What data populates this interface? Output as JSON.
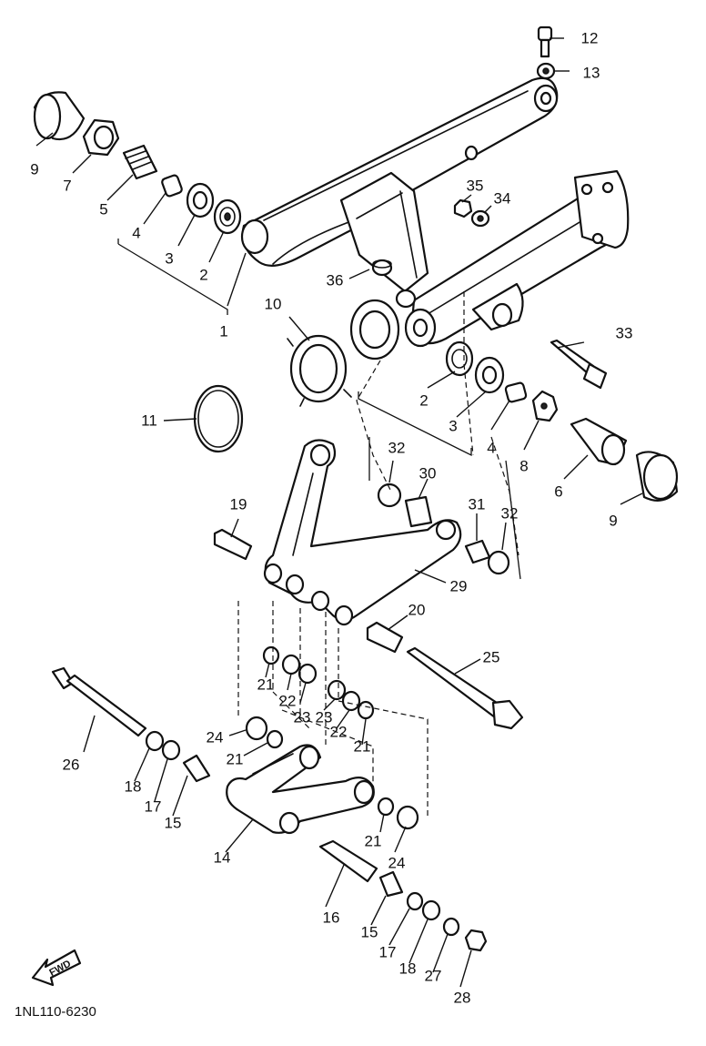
{
  "diagram": {
    "drawing_code": "1NL110-6230",
    "fwd_label": "FWD",
    "callouts": [
      {
        "id": "c12",
        "text": "12"
      },
      {
        "id": "c13",
        "text": "13"
      },
      {
        "id": "c9a",
        "text": "9"
      },
      {
        "id": "c7",
        "text": "7"
      },
      {
        "id": "c5",
        "text": "5"
      },
      {
        "id": "c4a",
        "text": "4"
      },
      {
        "id": "c3a",
        "text": "3"
      },
      {
        "id": "c2a",
        "text": "2"
      },
      {
        "id": "c1",
        "text": "1"
      },
      {
        "id": "c35",
        "text": "35"
      },
      {
        "id": "c34",
        "text": "34"
      },
      {
        "id": "c36",
        "text": "36"
      },
      {
        "id": "c10",
        "text": "10"
      },
      {
        "id": "c33",
        "text": "33"
      },
      {
        "id": "c11",
        "text": "11"
      },
      {
        "id": "c2b",
        "text": "2"
      },
      {
        "id": "c3b",
        "text": "3"
      },
      {
        "id": "c4b",
        "text": "4"
      },
      {
        "id": "c8",
        "text": "8"
      },
      {
        "id": "c6",
        "text": "6"
      },
      {
        "id": "c9b",
        "text": "9"
      },
      {
        "id": "c32a",
        "text": "32"
      },
      {
        "id": "c30",
        "text": "30"
      },
      {
        "id": "c31",
        "text": "31"
      },
      {
        "id": "c32b",
        "text": "32"
      },
      {
        "id": "c19",
        "text": "19"
      },
      {
        "id": "c29",
        "text": "29"
      },
      {
        "id": "c20",
        "text": "20"
      },
      {
        "id": "c25",
        "text": "25"
      },
      {
        "id": "c21a",
        "text": "21"
      },
      {
        "id": "c22a",
        "text": "22"
      },
      {
        "id": "c23a",
        "text": "23"
      },
      {
        "id": "c23b",
        "text": "23"
      },
      {
        "id": "c22b",
        "text": "22"
      },
      {
        "id": "c21b",
        "text": "21"
      },
      {
        "id": "c24a",
        "text": "24"
      },
      {
        "id": "c21c",
        "text": "21"
      },
      {
        "id": "c21d",
        "text": "21"
      },
      {
        "id": "c26",
        "text": "26"
      },
      {
        "id": "c18a",
        "text": "18"
      },
      {
        "id": "c17a",
        "text": "17"
      },
      {
        "id": "c15a",
        "text": "15"
      },
      {
        "id": "c14",
        "text": "14"
      },
      {
        "id": "c24b",
        "text": "24"
      },
      {
        "id": "c16",
        "text": "16"
      },
      {
        "id": "c15b",
        "text": "15"
      },
      {
        "id": "c17b",
        "text": "17"
      },
      {
        "id": "c18b",
        "text": "18"
      },
      {
        "id": "c27",
        "text": "27"
      },
      {
        "id": "c28",
        "text": "28"
      }
    ]
  }
}
